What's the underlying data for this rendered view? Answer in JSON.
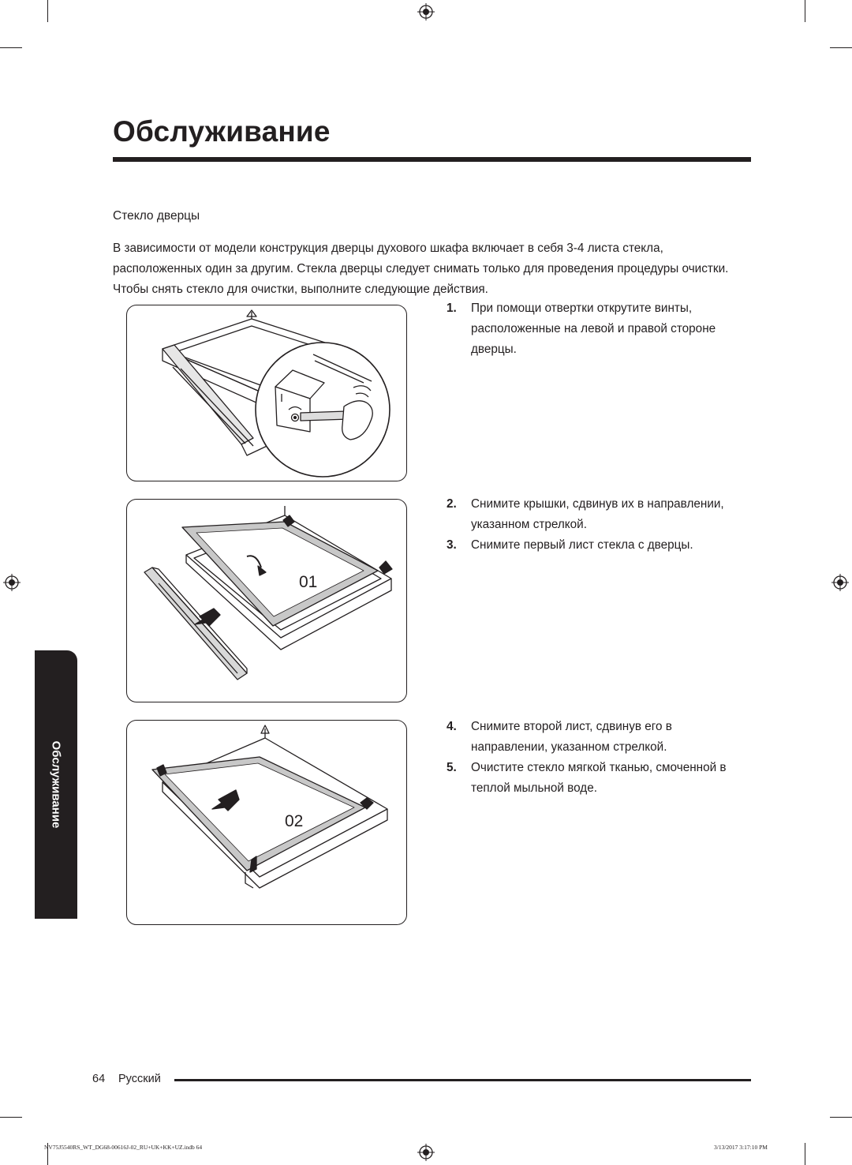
{
  "page": {
    "title": "Обслуживание",
    "subheading": "Стекло дверцы",
    "intro_lines": [
      "В зависимости от модели конструкция дверцы духового шкафа включает в себя 3-4 листа стекла,",
      "расположенных один за другим. Стекла дверцы следует снимать только для проведения процедуры очистки.",
      "Чтобы снять стекло для очистки, выполните следующие действия."
    ],
    "side_tab": "Обслуживание"
  },
  "steps": {
    "group1": [
      {
        "num": "1.",
        "lines": [
          "При помощи отвертки открутите винты,",
          "расположенные на левой и правой стороне",
          "дверцы."
        ]
      }
    ],
    "group2": [
      {
        "num": "2.",
        "lines": [
          "Снимите крышки, сдвинув их в направлении,",
          "указанном стрелкой."
        ]
      },
      {
        "num": "3.",
        "lines": [
          "Снимите первый лист стекла с дверцы."
        ]
      }
    ],
    "group3": [
      {
        "num": "4.",
        "lines": [
          "Снимите второй лист, сдвинув его в",
          "направлении, указанном стрелкой."
        ]
      },
      {
        "num": "5.",
        "lines": [
          "Очистите стекло мягкой тканью, смоченной в",
          "теплой мыльной воде."
        ]
      }
    ]
  },
  "figures": {
    "fig2_label": "01",
    "fig3_label": "02"
  },
  "footer": {
    "page_number": "64",
    "language": "Русский",
    "slug_left": "NV75J5540RS_WT_DG68-00616J-02_RU+UK+KK+UZ.indb   64",
    "slug_right": "3/13/2017   3:17:10 PM"
  }
}
